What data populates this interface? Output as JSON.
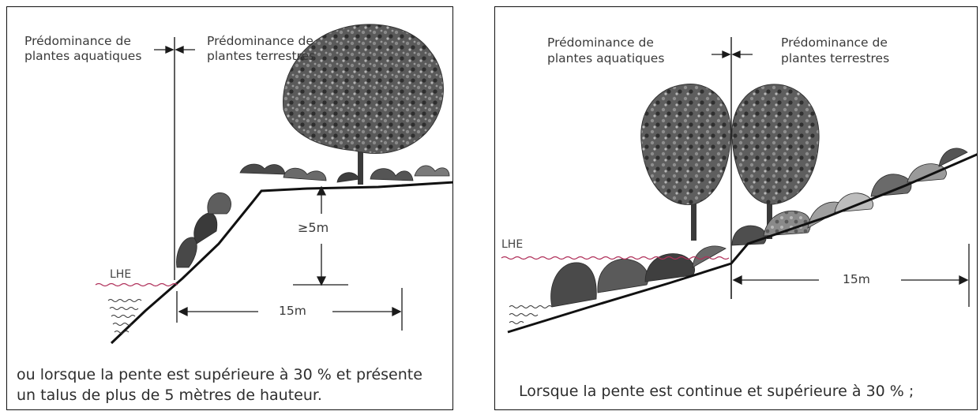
{
  "left_panel": {
    "label_aquatic_1": "Prédominance de",
    "label_aquatic_2": "plantes aquatiques",
    "label_terrestrial_1": "Prédominance de",
    "label_terrestrial_2": "plantes terrestres",
    "lhe_label": "LHE",
    "height_label": "≥5m",
    "distance_label": "15m",
    "caption_line_1": "ou lorsque la pente est supérieure à 30 % et présente",
    "caption_line_2": "un talus de plus de 5 mètres de hauteur."
  },
  "right_panel": {
    "label_aquatic_1": "Prédominance de",
    "label_aquatic_2": "plantes aquatiques",
    "label_terrestrial_1": "Prédominance de",
    "label_terrestrial_2": "plantes terrestres",
    "lhe_label": "LHE",
    "distance_label": "15m",
    "caption": "Lorsque la pente est continue et supérieure à 30 % ;"
  },
  "colors": {
    "ink": "#1a1a1a",
    "foliage_dark": "#3c3c3c",
    "foliage_mid": "#6e6e6e",
    "foliage_light": "#a6a6a6",
    "lhe_line": "#b0305a"
  }
}
